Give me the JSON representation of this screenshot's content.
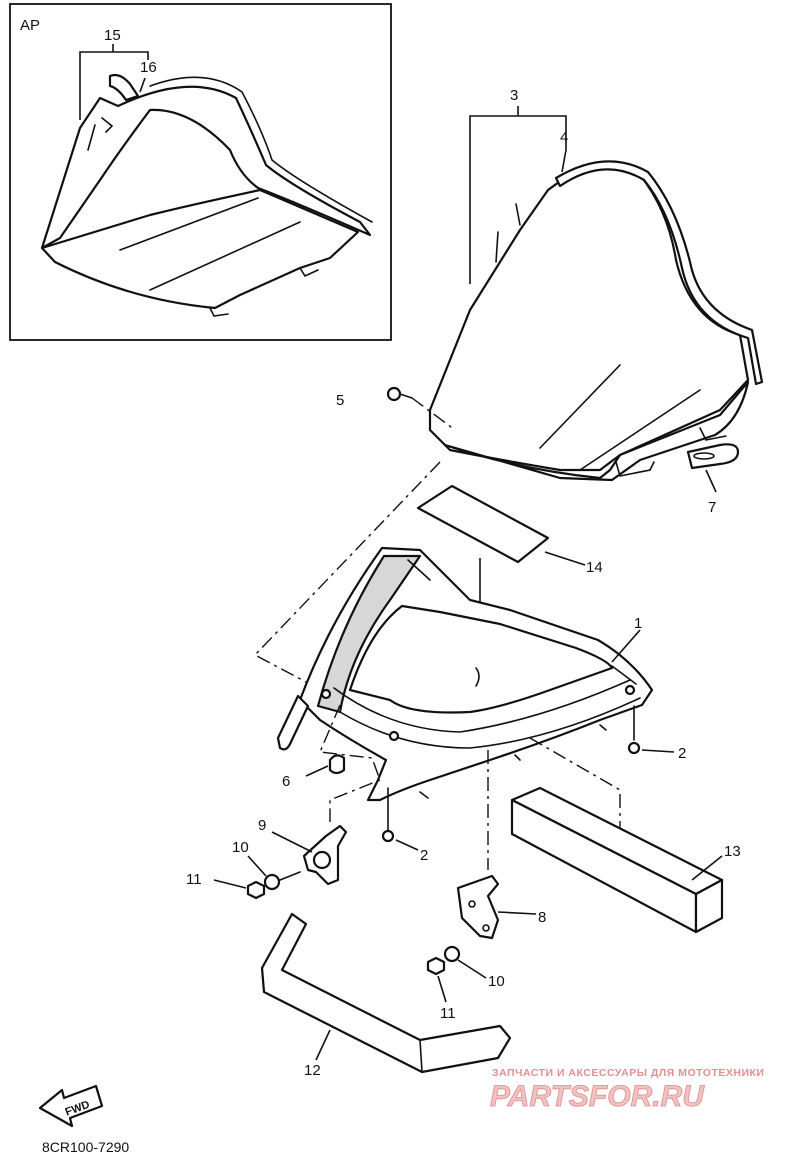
{
  "inset": {
    "label": "AP"
  },
  "callouts": {
    "c1": "1",
    "c2a": "2",
    "c2b": "2",
    "c3": "3",
    "c4": "4",
    "c5": "5",
    "c6": "6",
    "c7": "7",
    "c8": "8",
    "c9": "9",
    "c10a": "10",
    "c10b": "10",
    "c11a": "11",
    "c11b": "11",
    "c12": "12",
    "c13": "13",
    "c14": "14",
    "c15": "15",
    "c16": "16"
  },
  "fwd_label": "FWD",
  "diagram_code": "8CR100-7290",
  "watermark": {
    "tagline": "ЗАПЧАСТИ И АКСЕССУАРЫ ДЛЯ МОТОТЕХНИКИ",
    "brand": "PARTSFOR.RU",
    "color": "#e08a8a"
  }
}
